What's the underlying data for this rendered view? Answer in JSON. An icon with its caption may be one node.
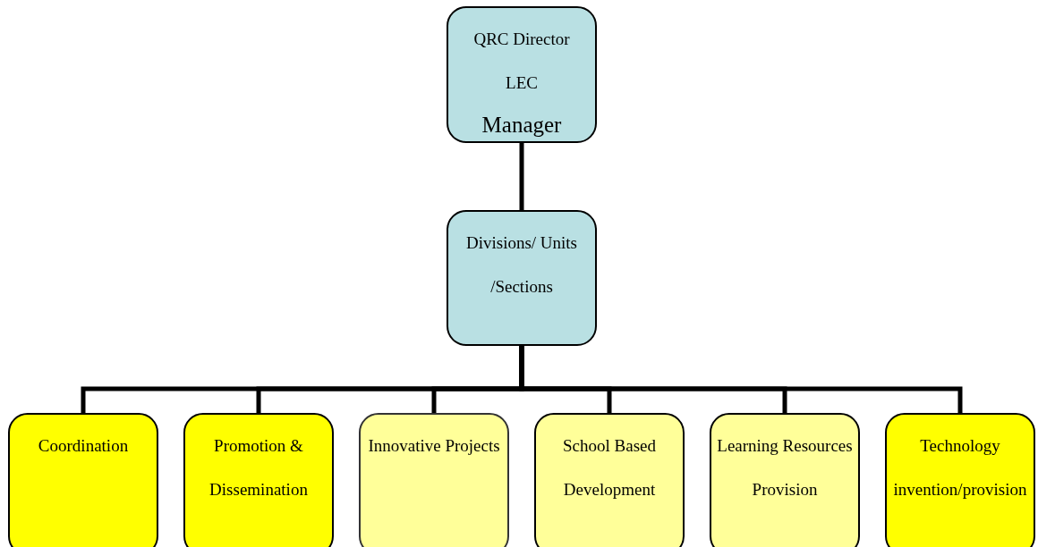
{
  "diagram": {
    "nodes": [
      {
        "text": [
          "QRC Director",
          "LEC",
          "Manager"
        ]
      },
      {
        "text": [
          "Divisions/ Units /Sections"
        ]
      },
      {
        "text": [
          "Coordination"
        ]
      },
      {
        "text": [
          "Promotion & Dissemination"
        ]
      },
      {
        "text": [
          "Innovative Projects"
        ]
      },
      {
        "text": [
          "School Based Development"
        ]
      },
      {
        "text": [
          "Learning Resources Provision"
        ]
      },
      {
        "text": [
          "Technology invention/provision"
        ]
      }
    ],
    "edges": [
      {
        "from": 0,
        "to": 1,
        "arrow": "none"
      },
      {
        "from": 1,
        "to": 2,
        "arrow": "none"
      },
      {
        "from": 1,
        "to": 3,
        "arrow": "none"
      },
      {
        "from": 1,
        "to": 4,
        "arrow": "none"
      },
      {
        "from": 1,
        "to": 5,
        "arrow": "none"
      },
      {
        "from": 1,
        "to": 6,
        "arrow": "none"
      },
      {
        "from": 1,
        "to": 7,
        "arrow": "none"
      }
    ]
  }
}
